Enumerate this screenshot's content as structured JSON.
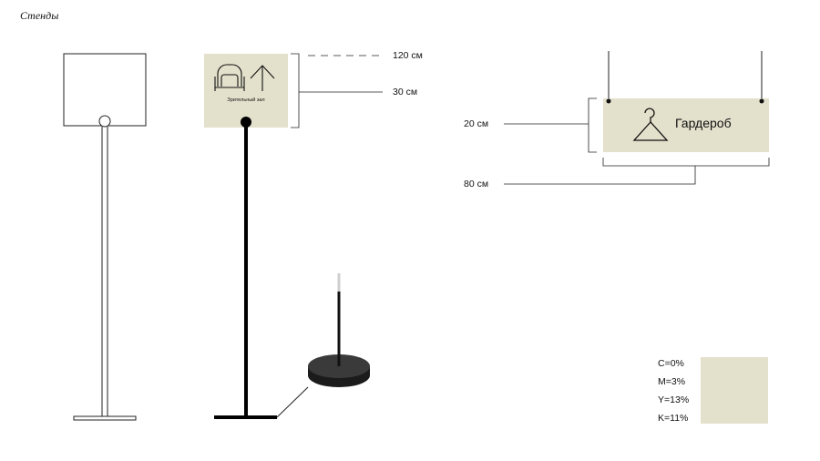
{
  "page": {
    "title": "Стенды"
  },
  "floor_stand": {
    "sign_caption": "Зрительный зал",
    "icons": [
      "theater-seat-icon",
      "arrow-up-icon"
    ]
  },
  "dimensions": {
    "stand_height": "120 см",
    "stand_sign_height": "30 см",
    "hanging_sign_height": "20 см",
    "hanging_sign_width": "80 см"
  },
  "hanging_sign": {
    "label": "Гардероб",
    "icon": "hanger-icon"
  },
  "color_swatch": {
    "hex": "#e3e0cb",
    "cmyk": [
      "C=0%",
      "M=3%",
      "Y=13%",
      "K=11%"
    ]
  }
}
